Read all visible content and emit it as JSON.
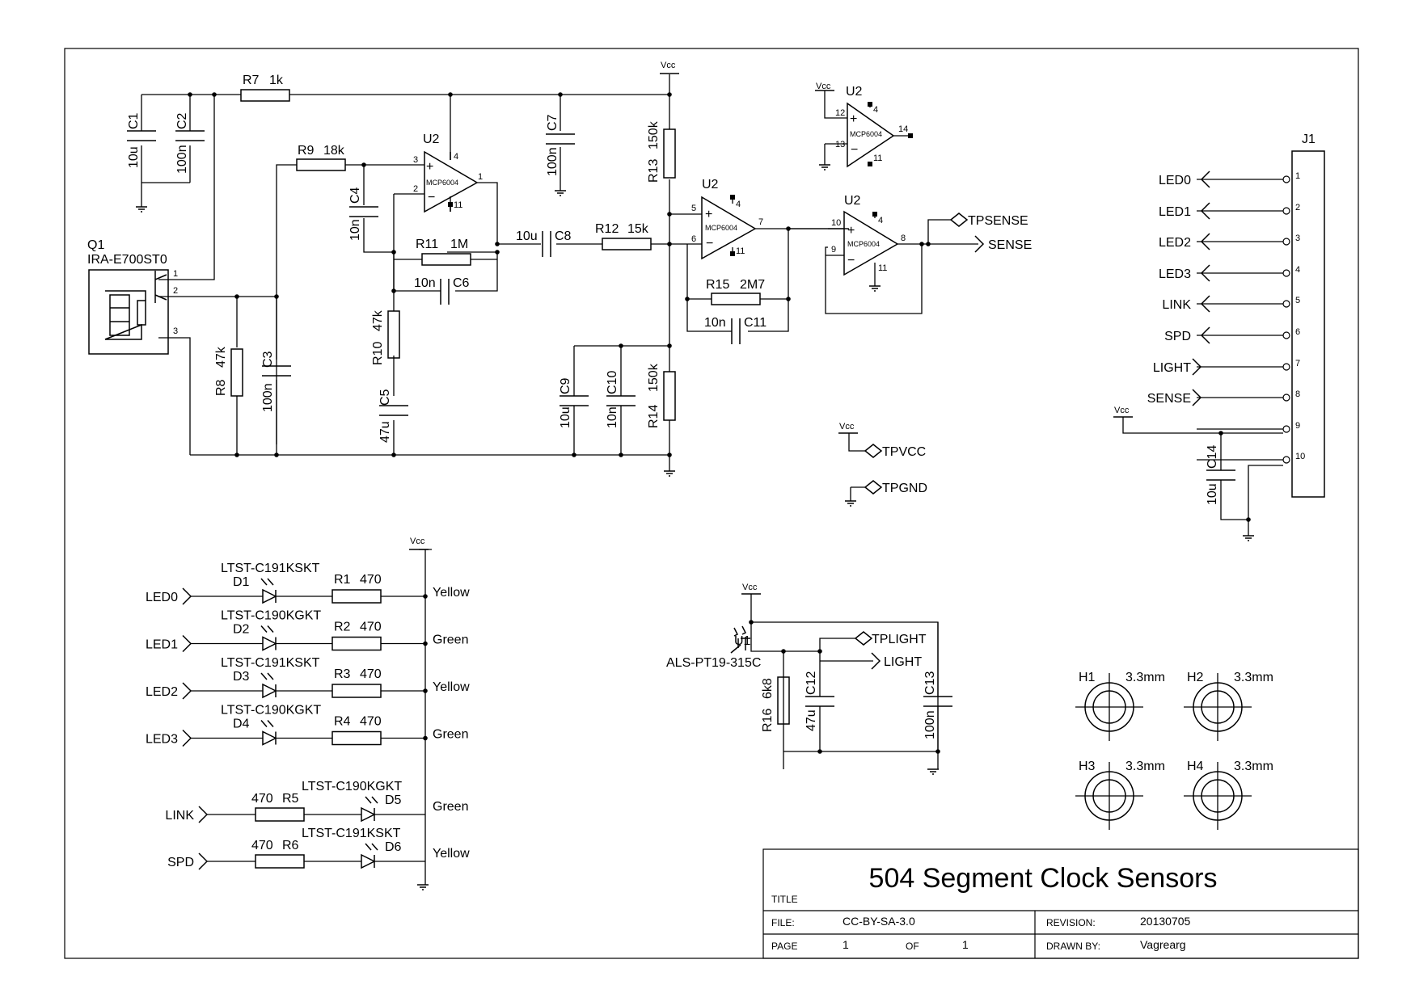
{
  "title_block": {
    "title_label": "TITLE",
    "title": "504 Segment Clock Sensors",
    "file_label": "FILE:",
    "file": "CC-BY-SA-3.0",
    "revision_label": "REVISION:",
    "revision": "20130705",
    "page_label": "PAGE",
    "page": "1",
    "of_label": "OF",
    "of": "1",
    "drawn_by_label": "DRAWN BY:",
    "drawn_by": "Vagrearg"
  },
  "power": {
    "vcc": "Vcc"
  },
  "components": {
    "r7": {
      "ref": "R7",
      "val": "1k"
    },
    "r9": {
      "ref": "R9",
      "val": "18k"
    },
    "r11": {
      "ref": "R11",
      "val": "1M"
    },
    "r12": {
      "ref": "R12",
      "val": "15k"
    },
    "r13": {
      "ref": "R13",
      "val": "150k"
    },
    "r14": {
      "ref": "R14",
      "val": "150k"
    },
    "r15": {
      "ref": "R15",
      "val": "2M7"
    },
    "r10": {
      "ref": "R10",
      "val": "47k"
    },
    "r8": {
      "ref": "R8",
      "val": "47k"
    },
    "r16": {
      "ref": "R16",
      "val": "6k8"
    },
    "c1": {
      "ref": "C1",
      "val": "10u"
    },
    "c2": {
      "ref": "C2",
      "val": "100n"
    },
    "c3": {
      "ref": "C3",
      "val": "100n"
    },
    "c4": {
      "ref": "C4",
      "val": "10n"
    },
    "c5": {
      "ref": "C5",
      "val": "47u"
    },
    "c6": {
      "ref": "C6",
      "val": "10n"
    },
    "c7": {
      "ref": "C7",
      "val": "100n"
    },
    "c8": {
      "ref": "C8",
      "val": "10u"
    },
    "c9": {
      "ref": "C9",
      "val": "10u"
    },
    "c10": {
      "ref": "C10",
      "val": "10n"
    },
    "c11": {
      "ref": "C11",
      "val": "10n"
    },
    "c12": {
      "ref": "C12",
      "val": "47u"
    },
    "c13": {
      "ref": "C13",
      "val": "100n"
    },
    "c14": {
      "ref": "C14",
      "val": "10u"
    },
    "q1": {
      "ref": "Q1",
      "val": "IRA-E700ST0"
    },
    "u1": {
      "ref": "U1",
      "val": "ALS-PT19-315C"
    },
    "u2": {
      "ref": "U2",
      "val": "MCP6004"
    },
    "j1": {
      "ref": "J1"
    }
  },
  "opamp_pins": {
    "a": [
      "3",
      "2",
      "1",
      "4",
      "11"
    ],
    "b": [
      "5",
      "6",
      "7",
      "4",
      "11"
    ],
    "c": [
      "10",
      "9",
      "8",
      "4",
      "11"
    ],
    "d": [
      "12",
      "13",
      "14",
      "4",
      "11"
    ]
  },
  "q1_pins": [
    "1",
    "2",
    "3"
  ],
  "testpoints": [
    "TPSENSE",
    "TPVCC",
    "TPGND",
    "TPLIGHT"
  ],
  "nets": {
    "sense": "SENSE",
    "light": "LIGHT"
  },
  "connector": [
    {
      "pin": "1",
      "net": "LED0"
    },
    {
      "pin": "2",
      "net": "LED1"
    },
    {
      "pin": "3",
      "net": "LED2"
    },
    {
      "pin": "4",
      "net": "LED3"
    },
    {
      "pin": "5",
      "net": "LINK"
    },
    {
      "pin": "6",
      "net": "SPD"
    },
    {
      "pin": "7",
      "net": "LIGHT"
    },
    {
      "pin": "8",
      "net": "SENSE"
    },
    {
      "pin": "9",
      "net": ""
    },
    {
      "pin": "10",
      "net": ""
    }
  ],
  "leds": [
    {
      "net": "LED0",
      "part": "LTST-C191KSKT",
      "d": "D1",
      "r": "R1",
      "rv": "470",
      "color": "Yellow"
    },
    {
      "net": "LED1",
      "part": "LTST-C190KGKT",
      "d": "D2",
      "r": "R2",
      "rv": "470",
      "color": "Green"
    },
    {
      "net": "LED2",
      "part": "LTST-C191KSKT",
      "d": "D3",
      "r": "R3",
      "rv": "470",
      "color": "Yellow"
    },
    {
      "net": "LED3",
      "part": "LTST-C190KGKT",
      "d": "D4",
      "r": "R4",
      "rv": "470",
      "color": "Green"
    }
  ],
  "leds2": [
    {
      "net": "LINK",
      "part": "LTST-C190KGKT",
      "d": "D5",
      "r": "R5",
      "rv": "470",
      "color": "Green"
    },
    {
      "net": "SPD",
      "part": "LTST-C191KSKT",
      "d": "D6",
      "r": "R6",
      "rv": "470",
      "color": "Yellow"
    }
  ],
  "holes": [
    {
      "ref": "H1",
      "size": "3.3mm"
    },
    {
      "ref": "H2",
      "size": "3.3mm"
    },
    {
      "ref": "H3",
      "size": "3.3mm"
    },
    {
      "ref": "H4",
      "size": "3.3mm"
    }
  ]
}
